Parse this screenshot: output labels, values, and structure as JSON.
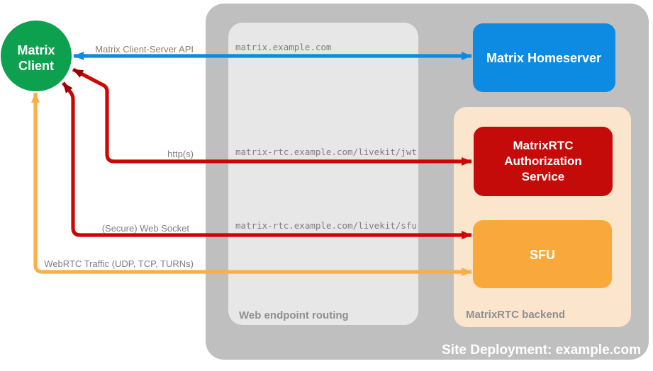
{
  "colors": {
    "page_bg": "#ffffff",
    "site_container": "#bfbfbf",
    "routing_box": "#e7e7e7",
    "backend_box": "#fce5cd",
    "client_green": "#0da04f",
    "homeserver_blue": "#0d8be2",
    "auth_red": "#c50a0a",
    "sfu_orange": "#f9a83c",
    "arrow_blue": "#0d8be2",
    "arrow_red": "#cc0505",
    "arrow_red_dark": "#970000",
    "arrow_orange": "#fbae48",
    "arrow_label_gray": "#7f7f7f",
    "section_label_gray": "#8f8f8f"
  },
  "nodes": {
    "client": {
      "label": "Matrix Client",
      "lines": [
        "Matrix",
        "Client"
      ]
    },
    "homeserver": {
      "label": "Matrix Homeserver"
    },
    "auth": {
      "label": "MatrixRTC Authorization Service",
      "lines": [
        "MatrixRTC",
        "Authorization",
        "Service"
      ]
    },
    "sfu": {
      "label": "SFU"
    }
  },
  "containers": {
    "site": {
      "label": "Site Deployment: example.com"
    },
    "routing": {
      "label": "Web endpoint routing"
    },
    "backend": {
      "label": "MatrixRTC backend"
    }
  },
  "connections": [
    {
      "label": "Matrix Client-Server API",
      "route": "matrix.example.com",
      "from": "Matrix Client",
      "to": "Matrix Homeserver",
      "color": "blue",
      "bidirectional": true
    },
    {
      "label": "http(s)",
      "route": "matrix-rtc.example.com/livekit/jwt",
      "from": "Matrix Client",
      "to": "MatrixRTC Authorization Service",
      "color": "red",
      "bidirectional": true
    },
    {
      "label": "(Secure) Web Socket",
      "route": "matrix-rtc.example.com/livekit/sfu",
      "from": "Matrix Client",
      "to": "SFU",
      "color": "red",
      "bidirectional": true
    },
    {
      "label": "WebRTC Traffic (UDP, TCP, TURNs)",
      "route": "",
      "from": "Matrix Client",
      "to": "SFU",
      "color": "orange",
      "bidirectional": true
    }
  ]
}
